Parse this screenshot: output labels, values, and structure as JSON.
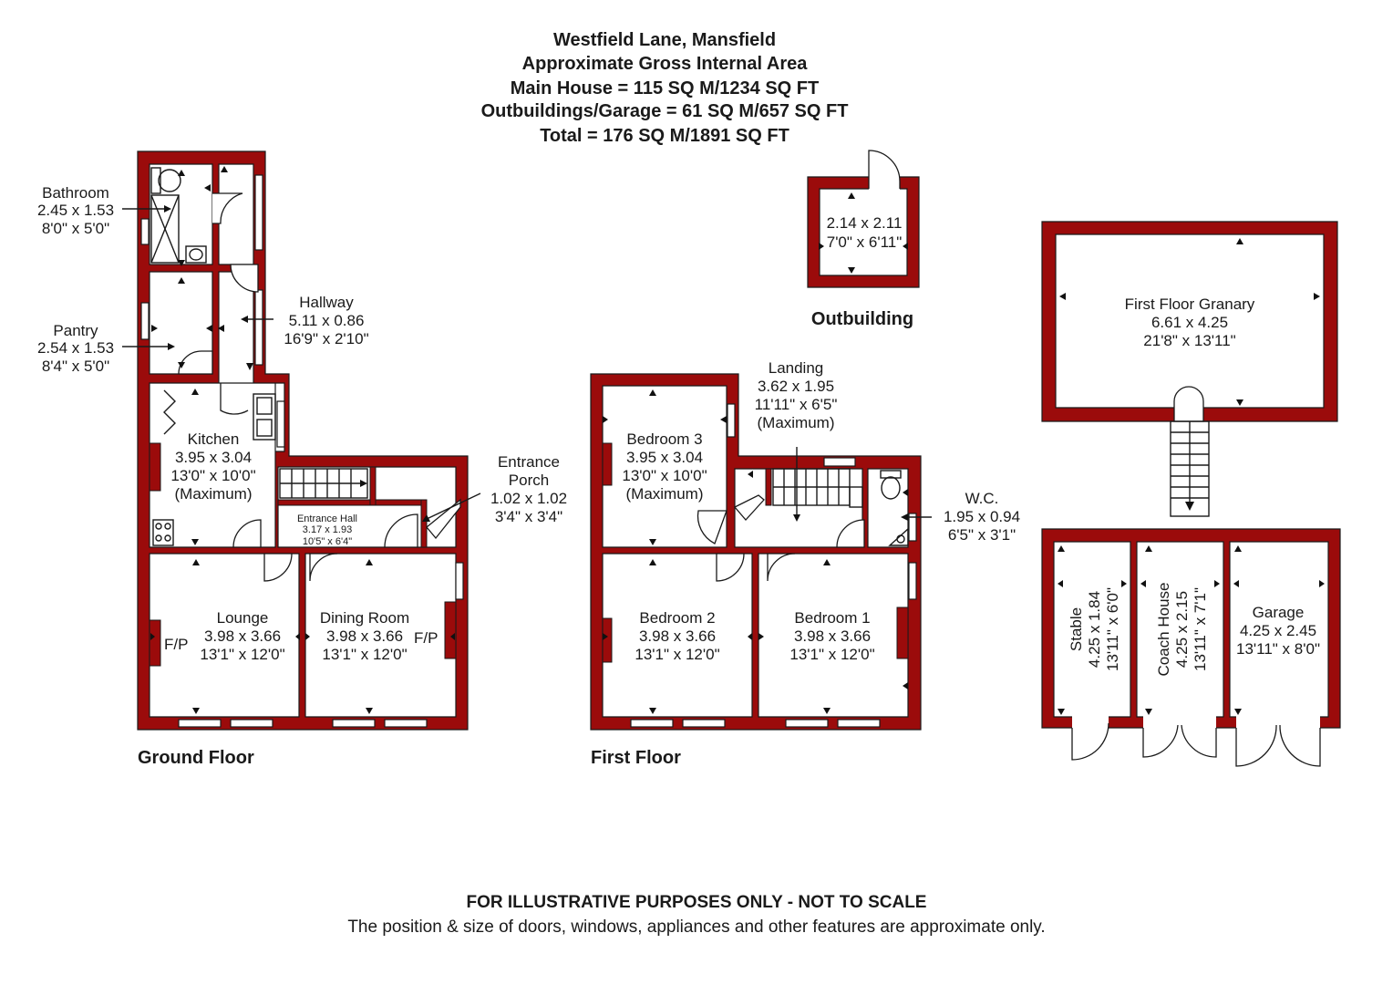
{
  "header": {
    "title": "Westfield Lane, Mansfield",
    "line2": "Approximate Gross Internal Area",
    "line3": "Main House = 115 SQ M/1234 SQ FT",
    "line4": "Outbuildings/Garage = 61 SQ M/657 SQ FT",
    "line5": "Total = 176 SQ M/1891 SQ FT"
  },
  "floors": {
    "ground": "Ground Floor",
    "first": "First Floor",
    "outbuilding": "Outbuilding"
  },
  "rooms": {
    "bathroom": {
      "name": "Bathroom",
      "metric": "2.45 x 1.53",
      "imperial": "8'0\" x 5'0\""
    },
    "pantry": {
      "name": "Pantry",
      "metric": "2.54 x 1.53",
      "imperial": "8'4\" x 5'0\""
    },
    "hallway": {
      "name": "Hallway",
      "metric": "5.11 x 0.86",
      "imperial": "16'9\" x 2'10\""
    },
    "kitchen": {
      "name": "Kitchen",
      "metric": "3.95 x 3.04",
      "imperial": "13'0\" x 10'0\"",
      "note": "(Maximum)"
    },
    "entrance_hall": {
      "name": "Entrance Hall",
      "metric": "3.17 x 1.93",
      "imperial": "10'5\" x 6'4\""
    },
    "entrance_porch": {
      "name1": "Entrance",
      "name2": "Porch",
      "metric": "1.02 x 1.02",
      "imperial": "3'4\" x 3'4\""
    },
    "lounge": {
      "name": "Lounge",
      "metric": "3.98 x 3.66",
      "imperial": "13'1\" x 12'0\""
    },
    "dining": {
      "name": "Dining Room",
      "metric": "3.98 x 3.66",
      "imperial": "13'1\" x 12'0\""
    },
    "fireplace": "F/P",
    "bedroom3": {
      "name": "Bedroom 3",
      "metric": "3.95 x 3.04",
      "imperial": "13'0\" x 10'0\"",
      "note": "(Maximum)"
    },
    "landing": {
      "name": "Landing",
      "metric": "3.62 x 1.95",
      "imperial": "11'11\" x 6'5\"",
      "note": "(Maximum)"
    },
    "wc": {
      "name": "W.C.",
      "metric": "1.95 x 0.94",
      "imperial": "6'5\" x 3'1\""
    },
    "bedroom2": {
      "name": "Bedroom 2",
      "metric": "3.98 x 3.66",
      "imperial": "13'1\" x 12'0\""
    },
    "bedroom1": {
      "name": "Bedroom 1",
      "metric": "3.98 x 3.66",
      "imperial": "13'1\" x 12'0\""
    },
    "outbuilding": {
      "metric": "2.14 x 2.11",
      "imperial": "7'0\" x 6'11\""
    },
    "granary": {
      "name": "First Floor Granary",
      "metric": "6.61 x 4.25",
      "imperial": "21'8\" x 13'11\""
    },
    "stable": {
      "name": "Stable",
      "metric": "4.25 x 1.84",
      "imperial": "13'11\" x 6'0\""
    },
    "coach_house": {
      "name": "Coach House",
      "metric": "4.25 x 2.15",
      "imperial": "13'11\" x 7'1\""
    },
    "garage": {
      "name": "Garage",
      "metric": "4.25 x 2.45",
      "imperial": "13'11\" x 8'0\""
    }
  },
  "footer": {
    "disclaimer": "FOR ILLUSTRATIVE PURPOSES ONLY - NOT TO SCALE",
    "note": "The position & size of doors, windows, appliances and other features are approximate only."
  },
  "colors": {
    "wall": "#9b0b0b",
    "line": "#1a1a1a",
    "background": "#ffffff"
  }
}
